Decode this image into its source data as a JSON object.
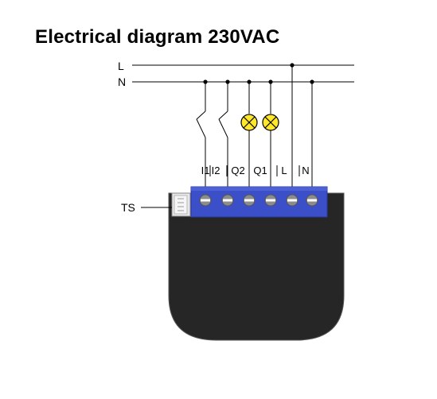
{
  "title": "Electrical diagram 230VAC",
  "lines": {
    "live": "L",
    "neutral": "N"
  },
  "terminals": [
    "I1",
    "I2",
    "Q2",
    "Q1",
    "L",
    "N"
  ],
  "ts_label": "TS",
  "colors": {
    "terminal_block": "#3b4fc9",
    "device_body": "#262626",
    "lamp": "#ffe82a",
    "screw": "#8c8c8c"
  }
}
